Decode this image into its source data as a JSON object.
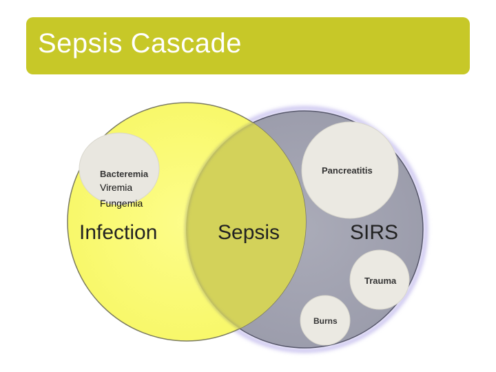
{
  "slide": {
    "title": "Sepsis Cascade"
  },
  "diagram": {
    "infection_label": "Infection",
    "sepsis_label": "Sepsis",
    "sirs_label": "SIRS",
    "infection_subitems": {
      "bacteremia": "Bacteremia",
      "viremia": "Viremia",
      "fungemia": "Fungemia"
    },
    "sirs_subitems": {
      "pancreatitis": "Pancreatitis",
      "trauma": "Trauma",
      "burns": "Burns"
    }
  },
  "colors": {
    "title_bar": "#c7c828",
    "infection_circle": "#fbfb7d",
    "sirs_circle": "#a5a6b3",
    "overlap": "#d4d35a",
    "small_circle": "#ebe9e1"
  }
}
